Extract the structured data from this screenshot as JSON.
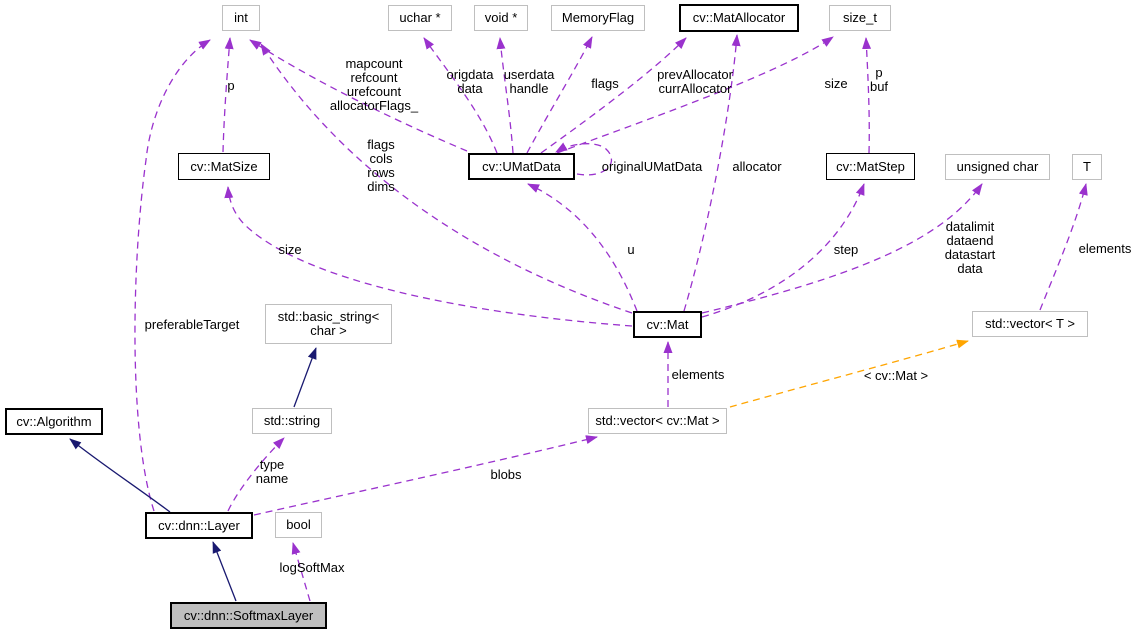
{
  "diagram_type": "doxygen-collaboration-graph",
  "colors": {
    "usage_edge": "#9a32cd",
    "template_edge": "#ffa500",
    "inheritance_edge": "#191970",
    "current_node_fill": "#bfbfbf",
    "external_node_border": "#bfbfbf",
    "documented_node_border": "#000000",
    "background": "#ffffff"
  },
  "nodes": {
    "int": {
      "label": "int"
    },
    "uchar_ptr": {
      "label": "uchar *"
    },
    "void_ptr": {
      "label": "void *"
    },
    "memory_flag": {
      "label": "MemoryFlag"
    },
    "mat_allocator": {
      "label": "cv::MatAllocator"
    },
    "size_t": {
      "label": "size_t"
    },
    "mat_size": {
      "label": "cv::MatSize"
    },
    "umat_data": {
      "label": "cv::UMatData"
    },
    "mat_step": {
      "label": "cv::MatStep"
    },
    "unsigned_char": {
      "label": "unsigned char"
    },
    "t": {
      "label": "T"
    },
    "mat": {
      "label": "cv::Mat"
    },
    "vector_t": {
      "label": "std::vector< T >"
    },
    "basic_string": {
      "label": "std::basic_string<\nchar >"
    },
    "algorithm": {
      "label": "cv::Algorithm"
    },
    "std_string": {
      "label": "std::string"
    },
    "vector_mat": {
      "label": "std::vector< cv::Mat >"
    },
    "layer": {
      "label": "cv::dnn::Layer"
    },
    "bool": {
      "label": "bool"
    },
    "softmax_layer": {
      "label": "cv::dnn::SoftmaxLayer"
    }
  },
  "edge_labels": {
    "p": {
      "text": "p"
    },
    "umatdata_int": {
      "text": "mapcount\nrefcount\nurefcount\nallocatorFlags_"
    },
    "origdata": {
      "text": "origdata\ndata"
    },
    "userdata": {
      "text": "userdata\nhandle"
    },
    "flags": {
      "text": "flags"
    },
    "prev_alloc": {
      "text": "prevAllocator\ncurrAllocator"
    },
    "size_umat": {
      "text": "size"
    },
    "p_buf": {
      "text": "p\nbuf"
    },
    "mat_int": {
      "text": "flags\ncols\nrows\ndims"
    },
    "original_umatdata": {
      "text": "originalUMatData"
    },
    "allocator": {
      "text": "allocator"
    },
    "size_mat": {
      "text": "size"
    },
    "u": {
      "text": "u"
    },
    "step": {
      "text": "step"
    },
    "datalimit": {
      "text": "datalimit\ndataend\ndatastart\ndata"
    },
    "elements_t": {
      "text": "elements"
    },
    "elements_mat": {
      "text": "elements"
    },
    "template_mat": {
      "text": "< cv::Mat >"
    },
    "preferable_target": {
      "text": "preferableTarget"
    },
    "type_name": {
      "text": "type\nname"
    },
    "blobs": {
      "text": "blobs"
    },
    "log_softmax": {
      "text": "logSoftMax"
    }
  }
}
